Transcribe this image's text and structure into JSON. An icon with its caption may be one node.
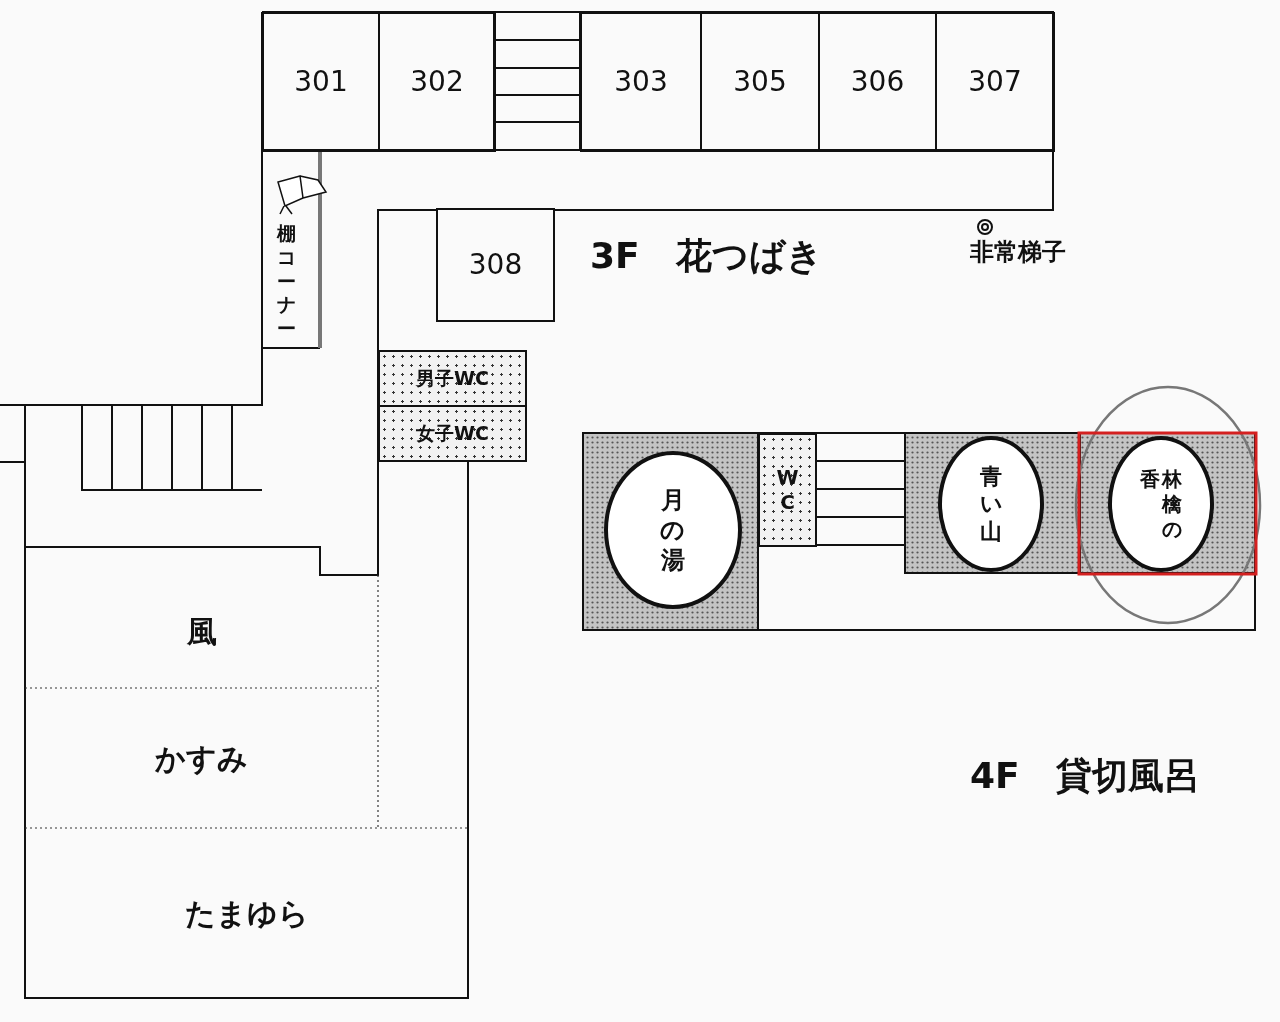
{
  "diagram": {
    "nodes": [
      {
        "text": [
          "301"
        ]
      },
      {
        "text": [
          "302"
        ]
      },
      {
        "text": [
          "303"
        ]
      },
      {
        "text": [
          "305"
        ]
      },
      {
        "text": [
          "306"
        ]
      },
      {
        "text": [
          "307"
        ]
      },
      {
        "text": [
          "308"
        ]
      },
      {
        "text": [
          "男子WC"
        ]
      },
      {
        "text": [
          "女子WC"
        ]
      },
      {
        "text": [
          "風"
        ]
      },
      {
        "text": [
          "かすみ"
        ]
      },
      {
        "text": [
          "たまゆら"
        ]
      },
      {
        "text": [
          "月の湯"
        ]
      },
      {
        "text": [
          "WC"
        ]
      },
      {
        "text": [
          "青い山"
        ]
      },
      {
        "text": [
          "林檎の香"
        ]
      }
    ],
    "labels": [
      "棚コーナー",
      "3F　花つばき",
      "非常梯子",
      "4F　貸切風呂"
    ]
  }
}
